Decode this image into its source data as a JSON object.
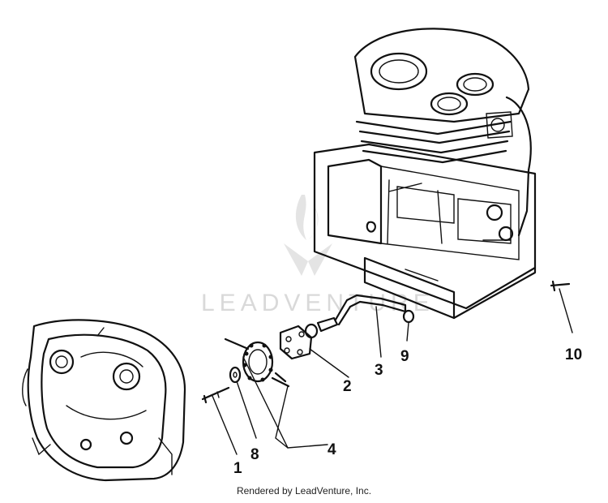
{
  "watermark": {
    "text": "LEADVENTURE"
  },
  "callouts": [
    "1",
    "2",
    "3",
    "4",
    "8",
    "9",
    "10"
  ],
  "footer": {
    "text": "Rendered by LeadVenture, Inc."
  }
}
